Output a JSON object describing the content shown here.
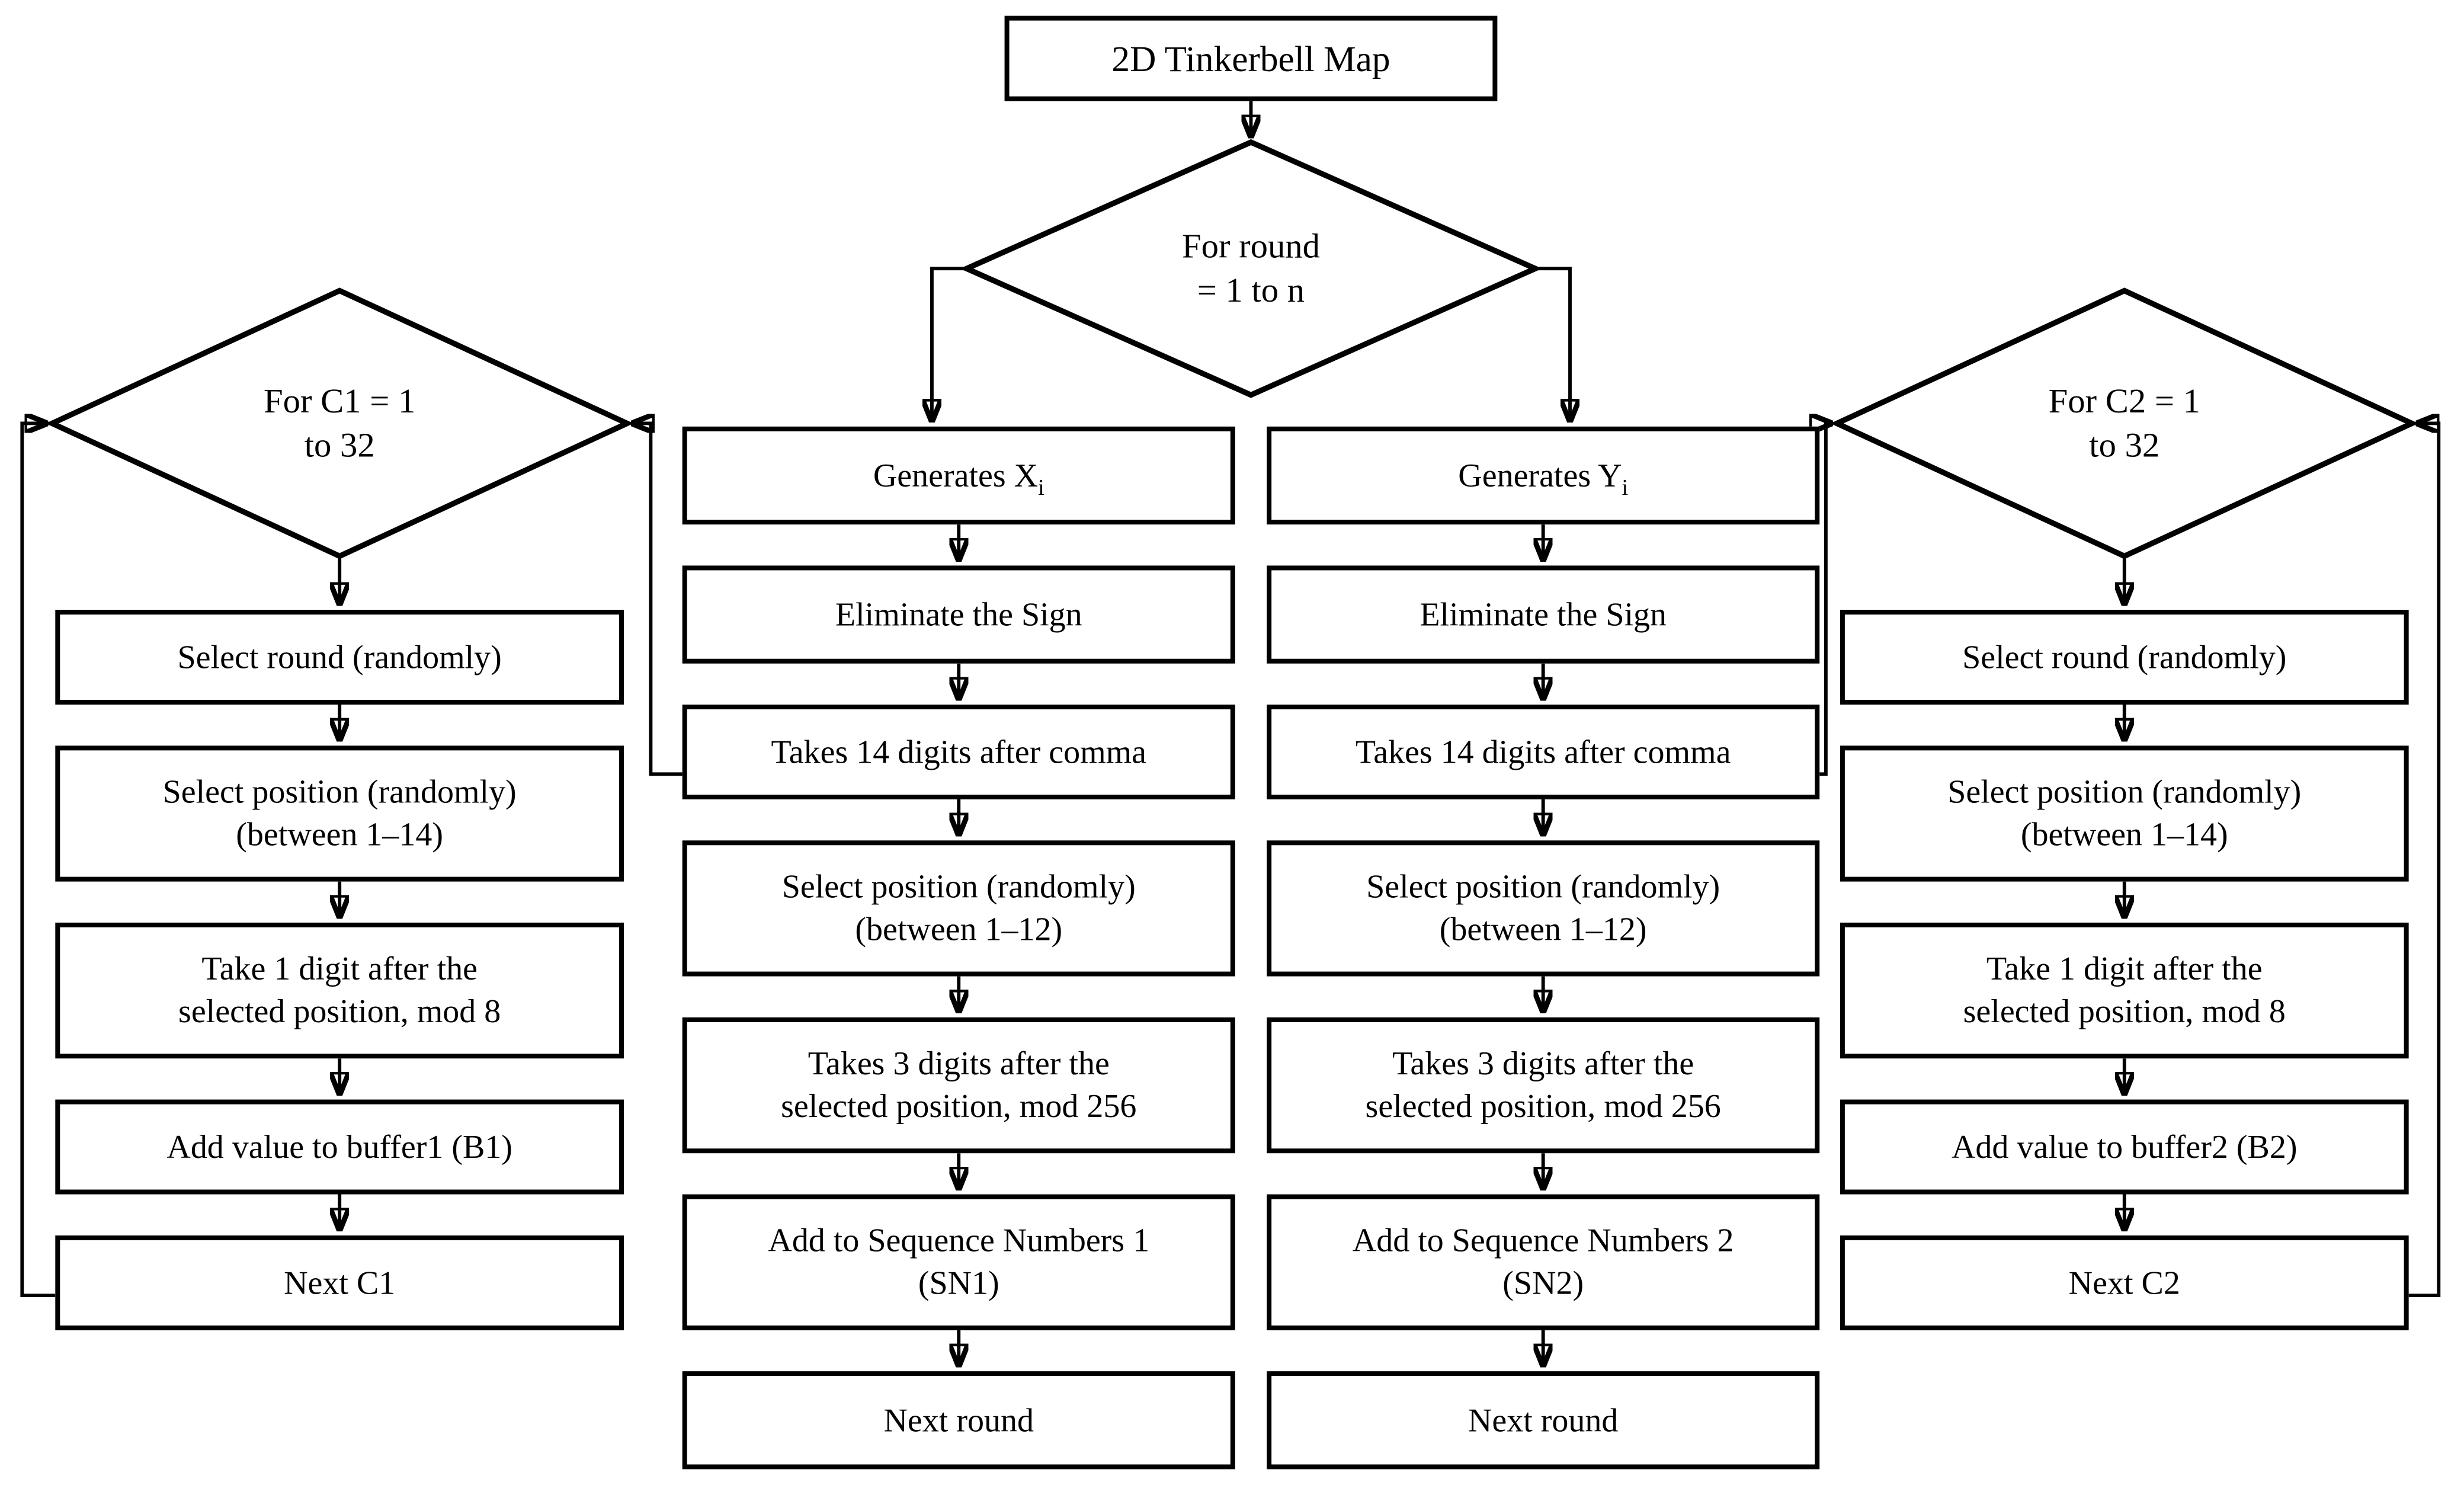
{
  "diagram": {
    "title": "2D Tinkerbell Map",
    "center_diamond": {
      "lines": [
        "For round",
        "= 1 to n"
      ]
    },
    "left_loop": {
      "diamond": {
        "lines": [
          "For C1 = 1",
          "to 32"
        ]
      },
      "steps": [
        {
          "lines": [
            "Select round (randomly)"
          ]
        },
        {
          "lines": [
            "Select position (randomly)",
            "(between 1–14)"
          ]
        },
        {
          "lines": [
            "Take 1 digit after the",
            "selected position, mod 8"
          ]
        },
        {
          "lines": [
            "Add value to buffer1 (B1)"
          ]
        },
        {
          "lines": [
            "Next C1"
          ]
        }
      ]
    },
    "x_branch": {
      "generates": {
        "text": "Generates X",
        "sub": "i"
      },
      "steps": [
        {
          "lines": [
            "Eliminate the Sign"
          ]
        },
        {
          "lines": [
            "Takes 14 digits after comma"
          ]
        },
        {
          "lines": [
            "Select position (randomly)",
            "(between 1–12)"
          ]
        },
        {
          "lines": [
            "Takes 3 digits after the",
            "selected position, mod 256"
          ]
        },
        {
          "lines": [
            "Add to Sequence Numbers 1",
            "(SN1)"
          ]
        },
        {
          "lines": [
            "Next round"
          ]
        }
      ]
    },
    "y_branch": {
      "generates": {
        "text": "Generates Y",
        "sub": "i"
      },
      "steps": [
        {
          "lines": [
            "Eliminate the Sign"
          ]
        },
        {
          "lines": [
            "Takes 14 digits after comma"
          ]
        },
        {
          "lines": [
            "Select position (randomly)",
            "(between 1–12)"
          ]
        },
        {
          "lines": [
            "Takes 3 digits after the",
            "selected position, mod 256"
          ]
        },
        {
          "lines": [
            "Add to Sequence Numbers 2",
            "(SN2)"
          ]
        },
        {
          "lines": [
            "Next round"
          ]
        }
      ]
    },
    "right_loop": {
      "diamond": {
        "lines": [
          "For C2 = 1",
          "to 32"
        ]
      },
      "steps": [
        {
          "lines": [
            "Select round (randomly)"
          ]
        },
        {
          "lines": [
            "Select position (randomly)",
            "(between 1–14)"
          ]
        },
        {
          "lines": [
            "Take 1 digit after the",
            "selected position, mod 8"
          ]
        },
        {
          "lines": [
            "Add value to buffer2 (B2)"
          ]
        },
        {
          "lines": [
            "Next C2"
          ]
        }
      ]
    },
    "colors": {
      "stroke": "#000000",
      "background": "#ffffff"
    }
  }
}
